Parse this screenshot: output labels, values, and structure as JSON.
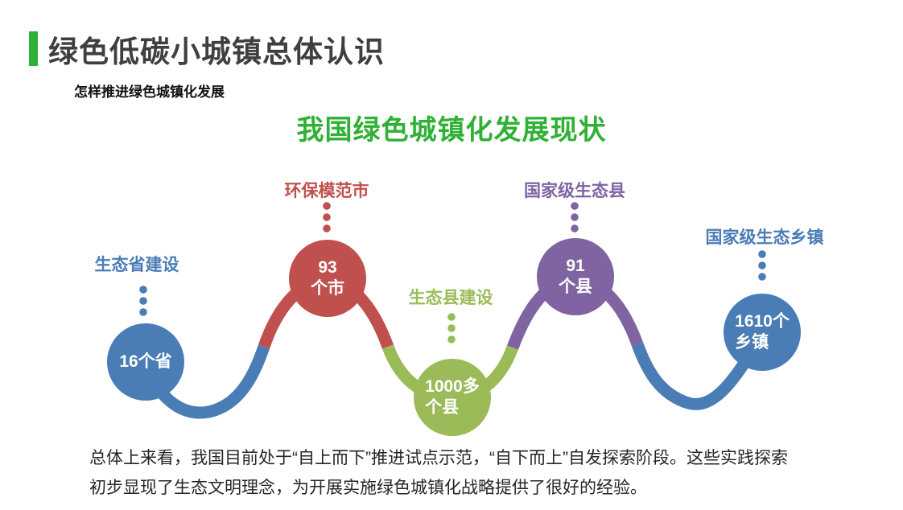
{
  "slide": {
    "title": "绿色低碳小城镇总体认识",
    "subtitle": "怎样推进绿色城镇化发展",
    "heading": "我国绿色城镇化发展现状",
    "footer": {
      "line1": "总体上来看，我国目前处于“自上而下”推进试点示范，“自下而上”自发探索阶段。这些实践探索",
      "line2": "初步显现了生态文明理念，为开展实施绿色城镇化战略提供了很好的经验。"
    }
  },
  "colors": {
    "accent_green": "#2EB135",
    "title_text": "#3F3F3F",
    "body_text": "#262626",
    "blue": "#4A7CB5",
    "red": "#C0504D",
    "green": "#9BBB59",
    "purple": "#8064A2"
  },
  "diagram": {
    "nodes": [
      {
        "label": "生态省建设",
        "value": "16个省",
        "color": "#4A7CB5"
      },
      {
        "label": "环保模范市",
        "value": "93\n个市",
        "color": "#C0504D"
      },
      {
        "label": "生态县建设",
        "value": "1000多\n个县",
        "color": "#9BBB59"
      },
      {
        "label": "国家级生态县",
        "value": "91\n个县",
        "color": "#8064A2"
      },
      {
        "label": "国家级生态乡镇",
        "value": "1610个\n乡镇",
        "color": "#4A7CB5"
      }
    ]
  }
}
